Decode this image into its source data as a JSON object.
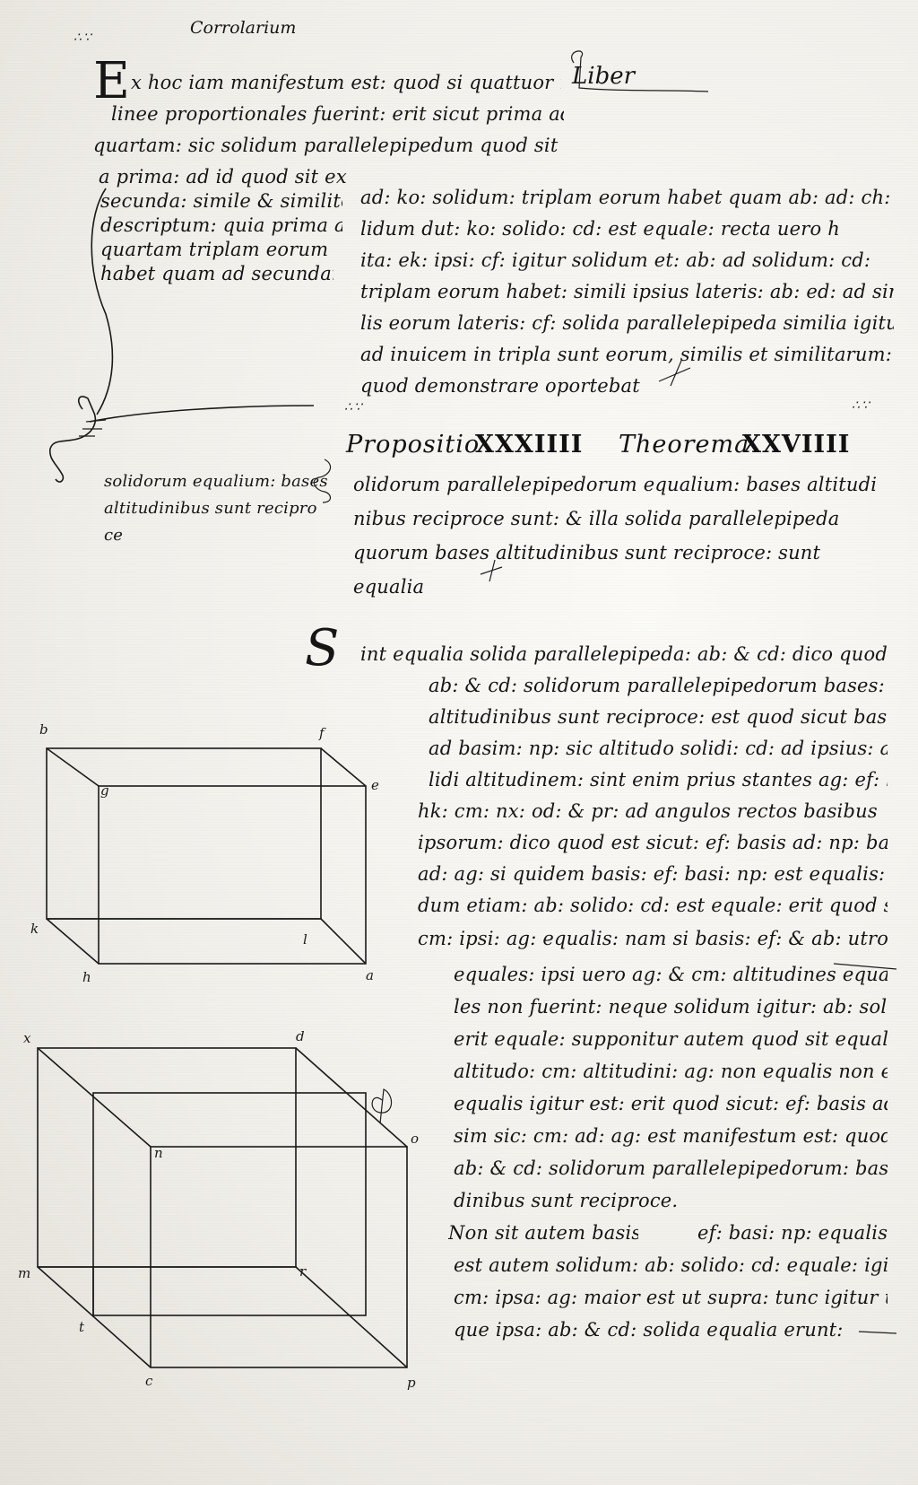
{
  "top_note": "Corrolarium",
  "liber": "Liber",
  "corollary": {
    "initial": "E",
    "lines": [
      "x hoc iam manifestum est: quod si quattuor recte",
      "linee proportionales fuerint: erit sicut prima ad",
      "quartam: sic solidum parallelepipedum quod sit",
      "a prima: ad id quod sit ex",
      "secunda: simile & similiter",
      "descriptum: quia prima ad",
      "quartam triplam eorum",
      "habet quam ad secundam;"
    ]
  },
  "continuation": {
    "lines": [
      "ad: ko: solidum: triplam eorum habet quam ab: ad: ch: so",
      "lidum dut: ko: solido: cd: est equale: recta uero h",
      "ita: ek: ipsi: cf: igitur solidum et: ab: ad solidum: cd:",
      "triplam eorum habet: simili ipsius lateris: ab: ed: ad simi",
      "lis eorum lateris: cf: solida parallelepipeda similia igitur",
      "ad inuicem in tripla sunt eorum, similis et similitarum:",
      "quod demonstrare oportebat"
    ]
  },
  "margin_note": {
    "lines": [
      "solidorum equalium: bases",
      "altitudinibus sunt recipro",
      "ce"
    ]
  },
  "proposition": {
    "heading_left": "Propositio",
    "heading_num": "XXXIIII",
    "heading_mid": "Theorema",
    "heading_num2": "XXVIIII",
    "lines": [
      "olidorum parallelepipedorum equalium: bases altitudi",
      "nibus reciproce sunt: & illa solida parallelepipeda",
      "quorum bases altitudinibus sunt reciproce: sunt",
      "equalia"
    ]
  },
  "proof": {
    "initial": "S",
    "lines": [
      "int equalia solida parallelepipeda: ab: & cd: dico quod eorum",
      "ab: & cd: solidorum parallelepipedorum bases:",
      "altitudinibus sunt reciproce: est quod sicut basis: ef:",
      "ad basim: np: sic altitudo solidi: cd: ad ipsius: ab: so",
      "lidi altitudinem: sint enim prius stantes ag: ef: bo:",
      "hk: cm: nx: od: & pr: ad angulos rectos basibus",
      "ipsorum: dico quod est sicut: ef: basis ad: np: basim: sic cm:",
      "ad: ag: si quidem basis: ef: basi: np: est equalis: soli",
      "dum etiam: ab: solido: cd: est equale: erit quod sicut",
      "cm: ipsi: ag: equalis: nam si basis: ef: & ab: utrorum",
      "equales: ipsi uero ag: & cm: altitudines equa",
      "les non fuerint: neque solidum igitur: ab: solido: cd:",
      "erit equale: supponitur autem quod sit equale: igitur",
      "altitudo: cm: altitudini: ag: non equalis non est:",
      "equalis igitur est: erit quod sicut: ef: basis ad: np: ba",
      "sim sic: cm: ad: ag: est manifestum est: quod eorum",
      "ab: & cd: solidorum parallelepipedorum: bases altitu",
      "dinibus sunt reciproce.",
      "Non sit autem basis",
      "ef: basi: np: equalis: sed basis: ef: sit maior:",
      "est autem solidum: ab: solido: cd: equale: igitur",
      "cm: ipsa: ag: maior est ut supra: tunc igitur ut",
      "que ipsa: ab: & cd: solida equalia erunt:"
    ]
  },
  "figure_upper": {
    "labels": {
      "b": "b",
      "f": "f",
      "g": "g",
      "e": "e",
      "k": "k",
      "l": "l",
      "h": "h",
      "a": "a"
    }
  },
  "figure_lower": {
    "labels": {
      "x": "x",
      "d": "d",
      "n": "n",
      "o": "o",
      "m": "m",
      "r": "r",
      "t": "t",
      "c": "c",
      "p": "p"
    }
  }
}
